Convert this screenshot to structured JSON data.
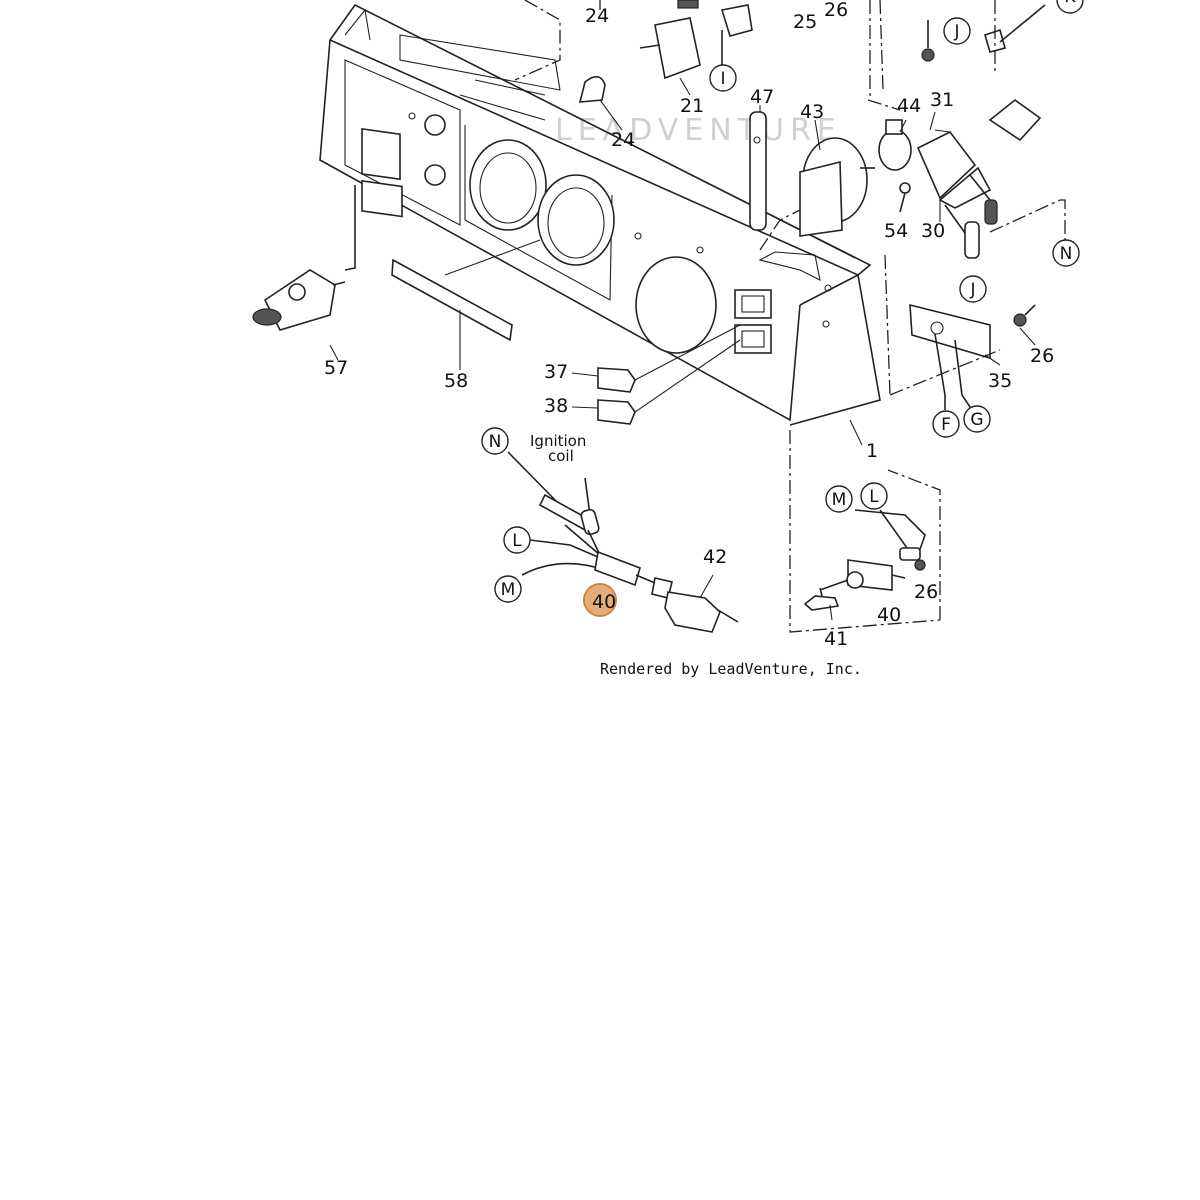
{
  "watermark": "LEADVENTURE",
  "credit": "Rendered by LeadVenture, Inc.",
  "ignition_label": [
    "Ignition",
    "coil"
  ],
  "part_numbers": {
    "p24a": "24",
    "p24b": "24",
    "p21": "21",
    "p25": "25",
    "p26a": "26",
    "p47": "47",
    "p43": "43",
    "p44": "44",
    "p31": "31",
    "p54": "54",
    "p30": "30",
    "p57": "57",
    "p58": "58",
    "p37": "37",
    "p38": "38",
    "p35": "35",
    "p26b": "26",
    "p1": "1",
    "p42": "42",
    "p40a": "40",
    "p40b": "40",
    "p26c": "26",
    "p41": "41"
  },
  "callouts": {
    "c_i": "I",
    "c_j_top": "J",
    "c_k": "K",
    "c_n_right": "N",
    "c_j_mid": "J",
    "c_f": "F",
    "c_g": "G",
    "c_n_left": "N",
    "c_l_left": "L",
    "c_m_left": "M",
    "c_m_right": "M",
    "c_l_right": "L"
  },
  "highlight": {
    "label": "40",
    "color": "#e2a56b"
  }
}
